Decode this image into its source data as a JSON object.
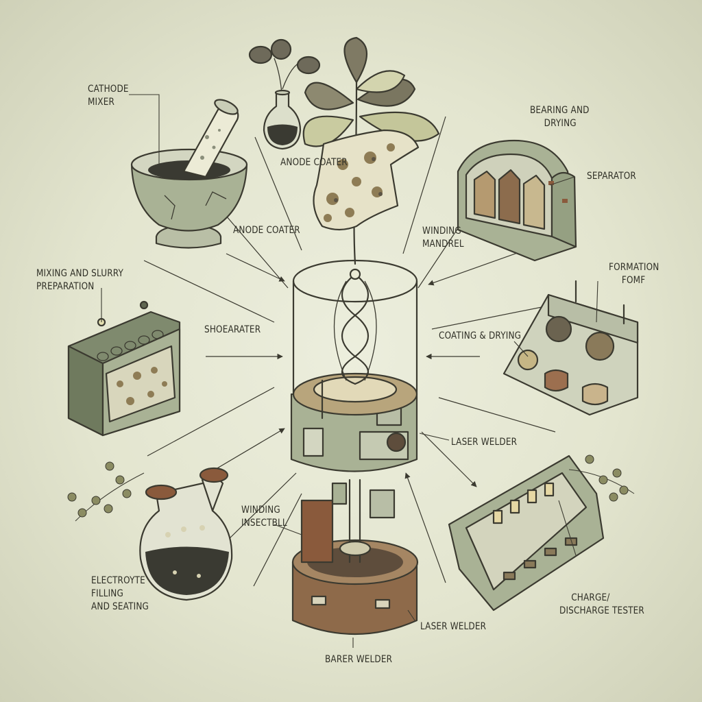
{
  "labels": {
    "cathode_mixer": [
      "CATHODE",
      "MIXER"
    ],
    "anode_coater_top": "ANODE COATER",
    "bearing_drying": [
      "BEARING AND",
      "DRYING"
    ],
    "separator": "SEPARATOR",
    "anode_coater_mid": "ANODE COATER",
    "winding_mandrel": [
      "WINDING",
      "MANDREL"
    ],
    "mixing_slurry": [
      "MIXING AND SLURRY",
      "PREPARATION"
    ],
    "formation": [
      "FORMATION",
      "FOMF"
    ],
    "shoearater": "SHOEARATER",
    "coating_drying": "COATING & DRYING",
    "laser_welder_mid": "LASER WELDER",
    "winding_insectbll": [
      "WINDING",
      "INSECTBLL"
    ],
    "electrolyte": [
      "ELECTROYTE",
      "FILLING",
      "AND SEATING"
    ],
    "charge_discharge": [
      "CHARGE/",
      "DISCHARGE TESTER"
    ],
    "laser_welder_bottom": "LASER WELDER",
    "barer_welder": "BARER WELDER"
  },
  "colors": {
    "paper": "#e3e5cf",
    "ink": "#3b3a30",
    "sage": "#a9b295",
    "sage_dark": "#7f8a6e",
    "rust": "#8a5a3c",
    "dark_slurry": "#3a3a32",
    "cream": "#ecebd6"
  },
  "icons": {
    "mortar": "mortar-pestle-icon",
    "flask_sprout": "sprout-flask-icon",
    "plant": "plant-icon",
    "dryer": "drying-oven-icon",
    "slurry_machine": "slurry-machine-icon",
    "formation_rig": "formation-rig-icon",
    "flask_electrolyte": "electrolyte-flask-icon",
    "tester": "charge-tester-icon",
    "winder": "winding-assembly-icon",
    "berry_branch": "berry-branch-icon"
  }
}
